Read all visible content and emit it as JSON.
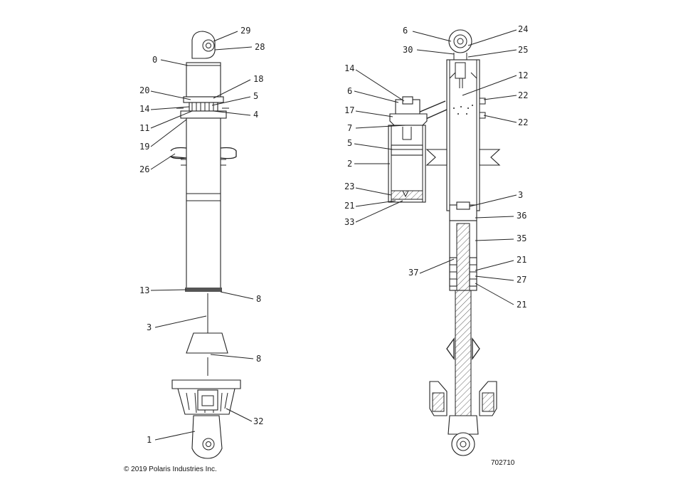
{
  "footer": {
    "copyright": "© 2019 Polaris Industries Inc.",
    "figure_id": "702710"
  },
  "left_assembly_labels": [
    "29",
    "28",
    "0",
    "18",
    "20",
    "5",
    "14",
    "4",
    "11",
    "19",
    "26",
    "13",
    "8",
    "3",
    "8",
    "32",
    "1"
  ],
  "right_assembly_labels": [
    "6",
    "24",
    "30",
    "25",
    "14",
    "12",
    "6",
    "22",
    "17",
    "22",
    "7",
    "5",
    "2",
    "23",
    "3",
    "21",
    "36",
    "33",
    "35",
    "37",
    "21",
    "27",
    "21"
  ]
}
